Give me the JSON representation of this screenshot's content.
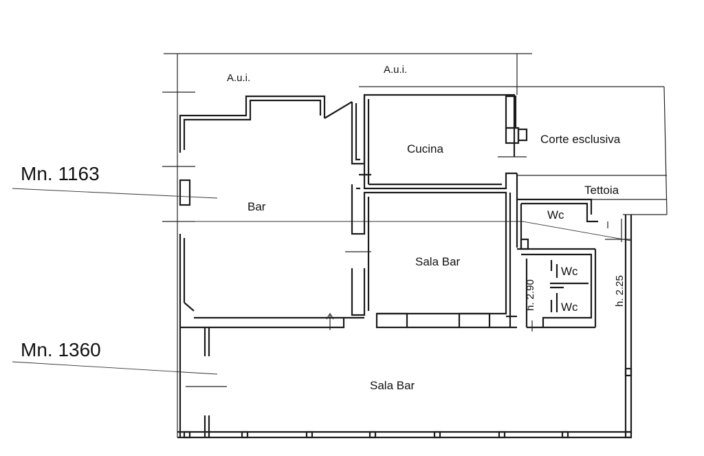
{
  "rooms": {
    "aui_left": "A.u.i.",
    "aui_right": "A.u.i.",
    "cucina": "Cucina",
    "corte": "Corte esclusiva",
    "tettoia": "Tettoia",
    "wc_top": "Wc",
    "bar": "Bar",
    "sala_bar_upper": "Sala Bar",
    "wc_mid": "Wc",
    "wc_low": "Wc",
    "sala_bar_lower": "Sala Bar"
  },
  "heights": {
    "left": "h. 2.90",
    "right": "h. 2.25"
  },
  "parcels": {
    "upper": "Mn. 1163",
    "lower": "Mn. 1360"
  }
}
